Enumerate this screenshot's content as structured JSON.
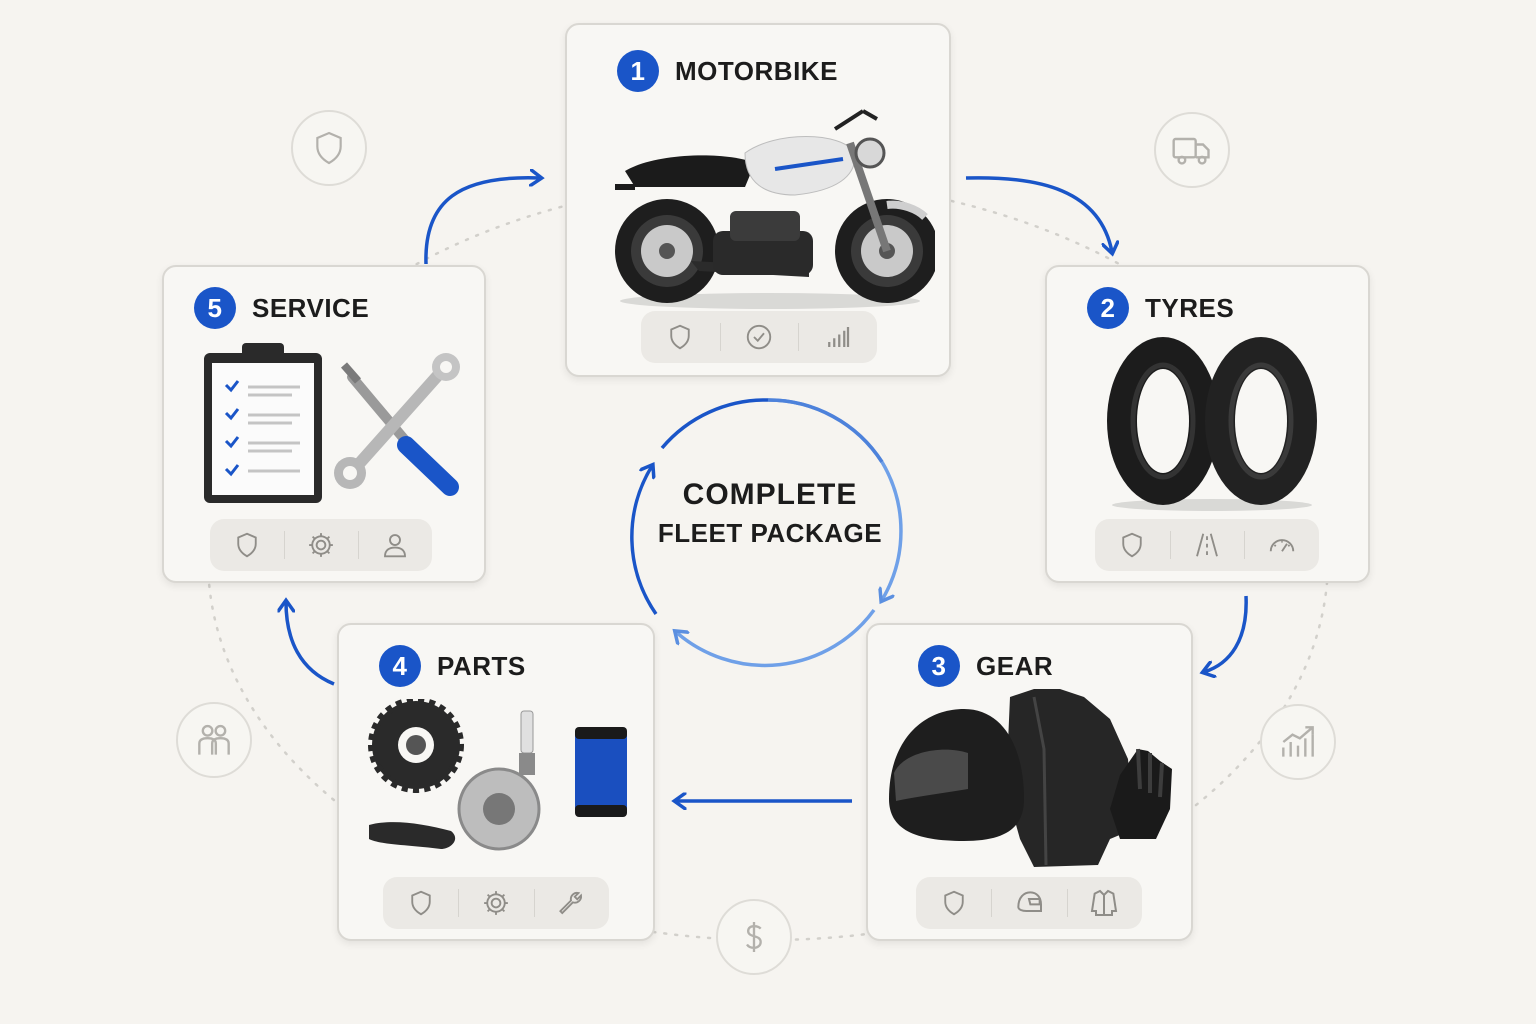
{
  "hub": {
    "line1": "COMPLETE",
    "line2": "FLEET PACKAGE"
  },
  "colors": {
    "accent": "#1a55c8",
    "accent_light": "#6fa0e8",
    "card_bg": "#f8f7f4",
    "page_bg": "#f6f4f0",
    "icon_gray": "#9a9893"
  },
  "cards": [
    {
      "number": "1",
      "title": "MOTORBIKE",
      "image": "motorbike",
      "icons": [
        "shield-icon",
        "check-circle-icon",
        "signal-bars-icon"
      ]
    },
    {
      "number": "2",
      "title": "TYRES",
      "image": "tyres",
      "icons": [
        "shield-icon",
        "road-icon",
        "speedometer-icon"
      ]
    },
    {
      "number": "3",
      "title": "GEAR",
      "image": "helmet-jacket-gloves",
      "icons": [
        "shield-icon",
        "helmet-icon",
        "jacket-icon"
      ]
    },
    {
      "number": "4",
      "title": "PARTS",
      "image": "sprocket-chain-disc-sparkplug-filter",
      "icons": [
        "shield-icon",
        "gear-icon",
        "wrench-icon"
      ]
    },
    {
      "number": "5",
      "title": "SERVICE",
      "image": "checklist-tools",
      "icons": [
        "shield-icon",
        "gear-icon",
        "user-icon"
      ]
    }
  ],
  "orbit_icons": [
    "shield-icon",
    "truck-icon",
    "growth-chart-icon",
    "dollar-icon",
    "people-icon"
  ]
}
